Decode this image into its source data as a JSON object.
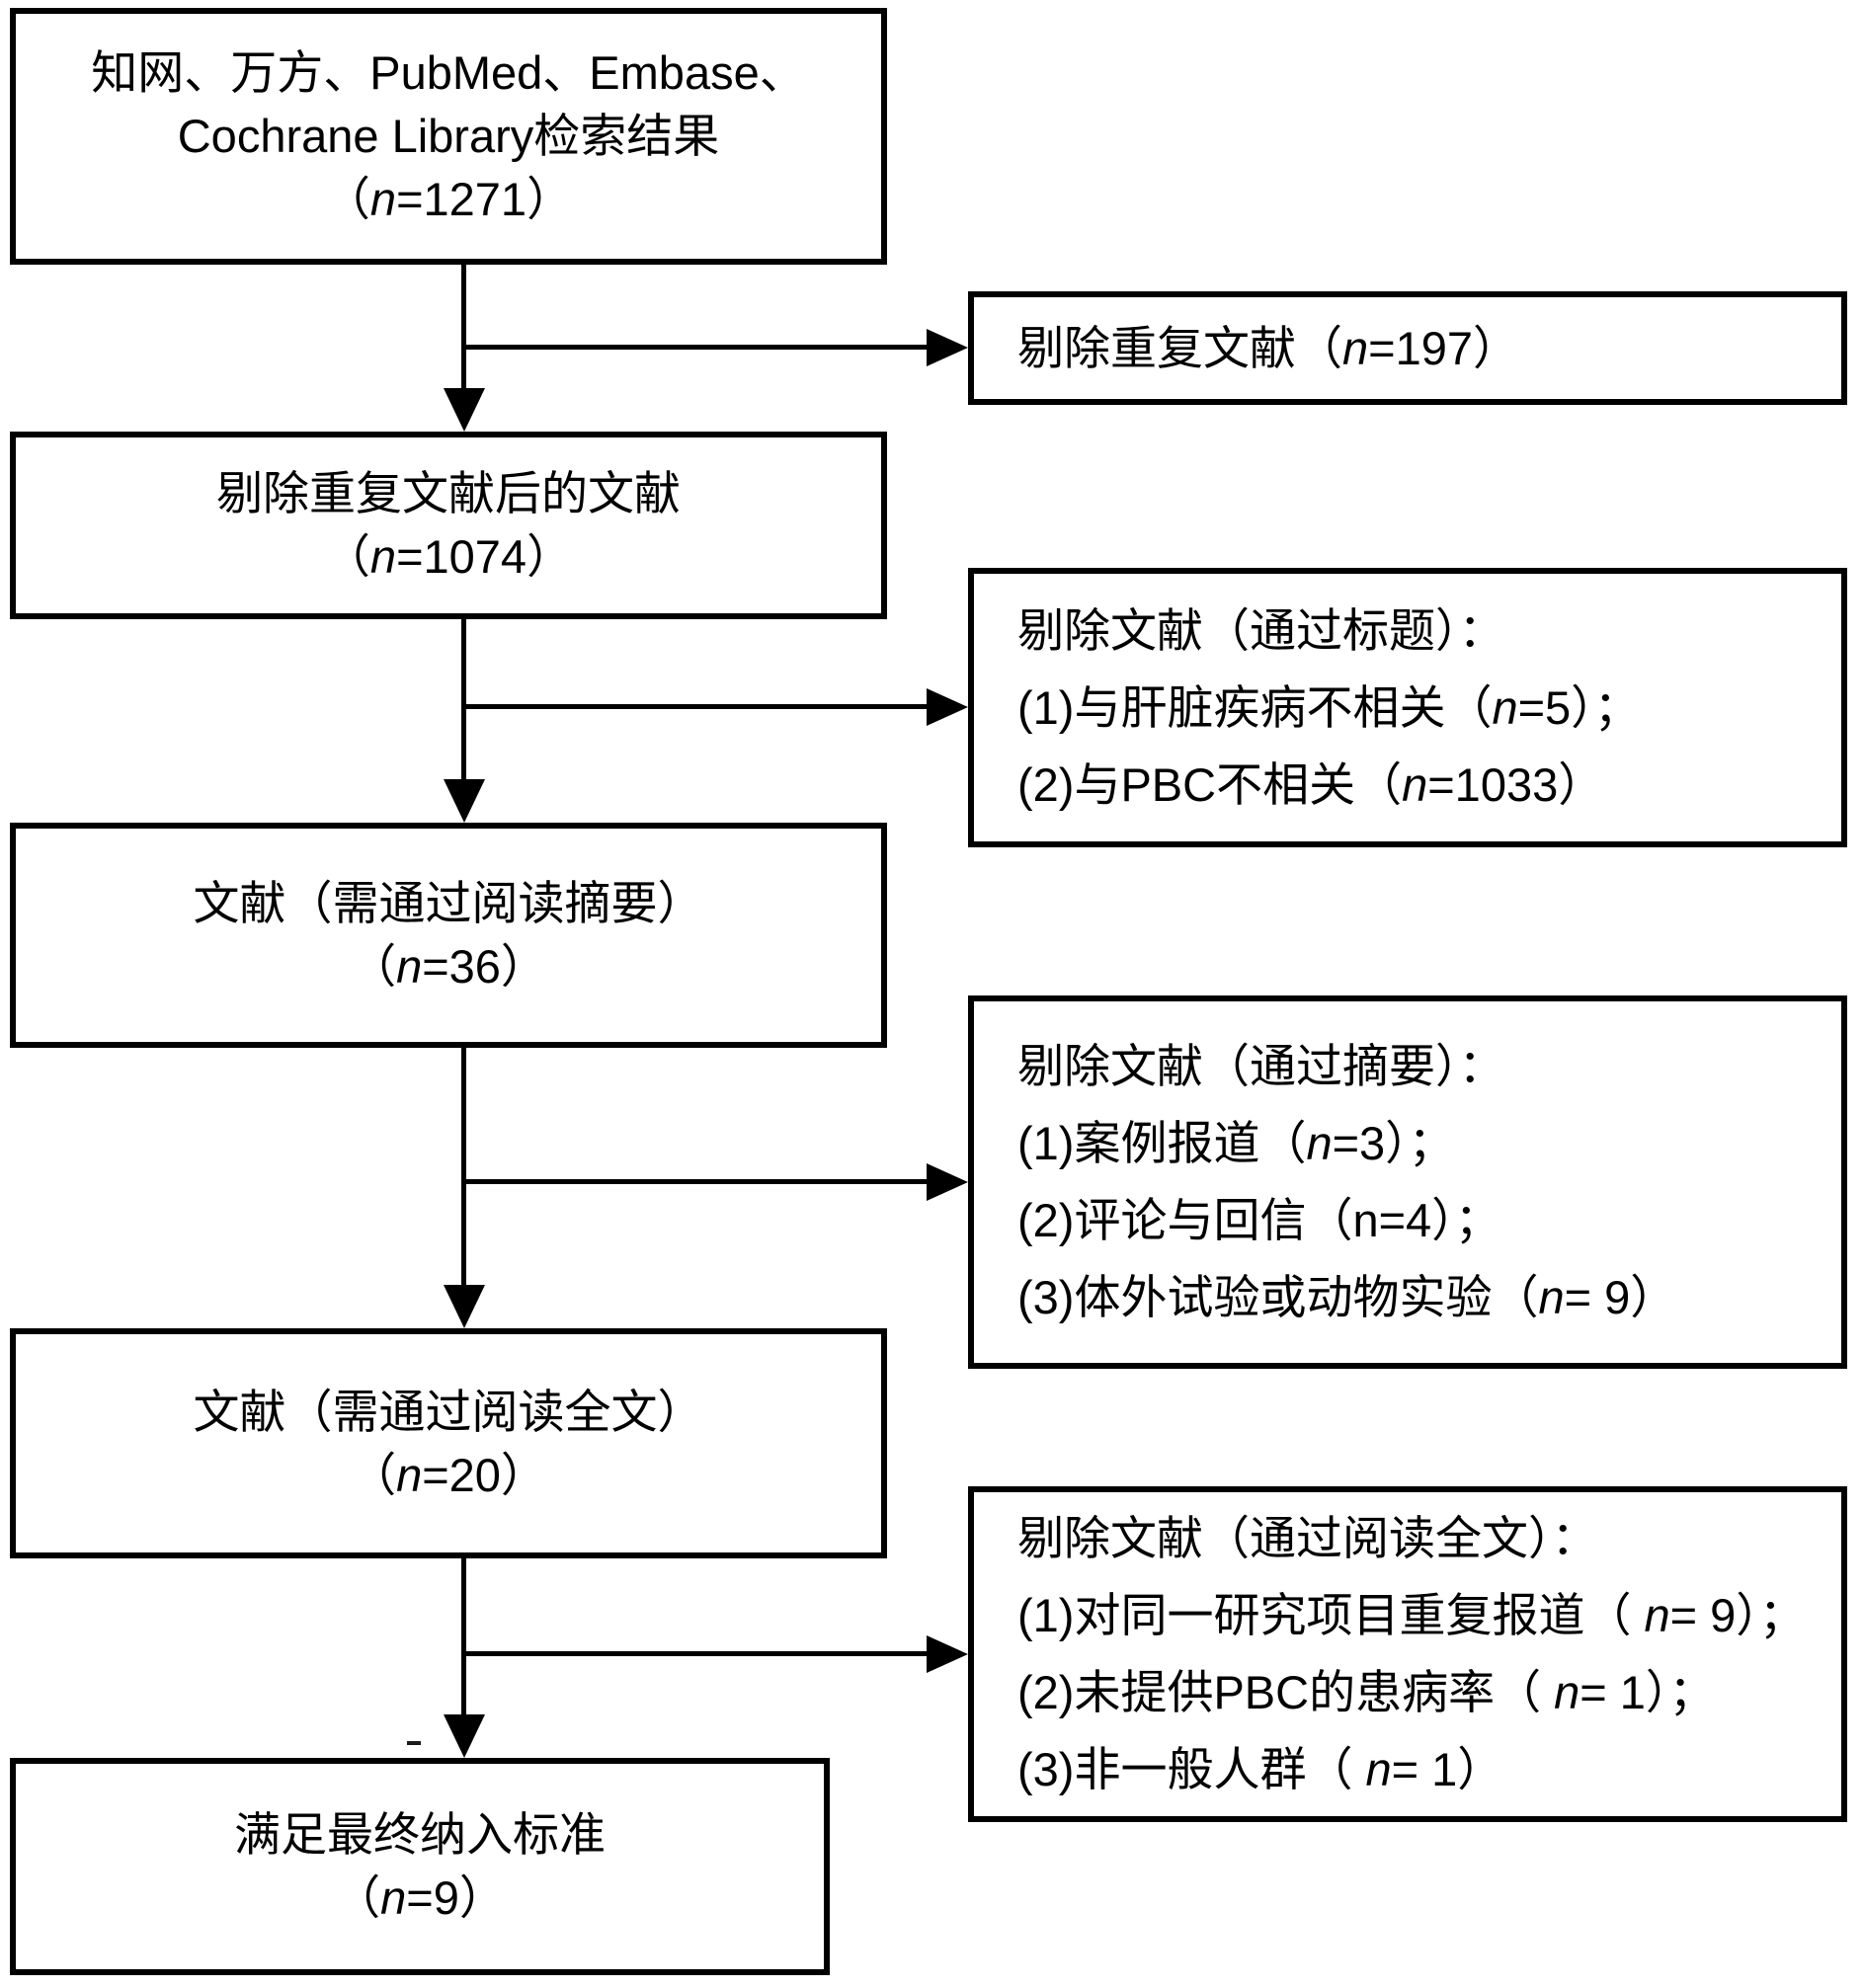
{
  "colors": {
    "line": "#000000",
    "background": "#ffffff",
    "text": "#000000"
  },
  "flow_boxes": [
    {
      "name": "search-results",
      "lines": [
        [
          {
            "t": "知网、万方、PubMed、Embase、"
          }
        ],
        [
          {
            "t": "Cochrane Library检索结果"
          }
        ],
        [
          {
            "t": "（"
          },
          {
            "t": "n",
            "i": true
          },
          {
            "t": "=1271）"
          }
        ]
      ]
    },
    {
      "name": "after-duplicate-removal",
      "lines": [
        [
          {
            "t": "剔除重复文献后的文献"
          }
        ],
        [
          {
            "t": "（"
          },
          {
            "t": "n",
            "i": true
          },
          {
            "t": "=1074）"
          }
        ]
      ]
    },
    {
      "name": "abstract-screening",
      "lines": [
        [
          {
            "t": "文献（需通过阅读摘要）"
          }
        ],
        [
          {
            "t": "（"
          },
          {
            "t": "n",
            "i": true
          },
          {
            "t": "=36）"
          }
        ]
      ]
    },
    {
      "name": "fulltext-screening",
      "lines": [
        [
          {
            "t": "文献（需通过阅读全文）"
          }
        ],
        [
          {
            "t": "（"
          },
          {
            "t": "n",
            "i": true
          },
          {
            "t": "=20）"
          }
        ]
      ]
    },
    {
      "name": "final-inclusion",
      "lines": [
        [
          {
            "t": "满足最终纳入标准"
          }
        ],
        [
          {
            "t": "（"
          },
          {
            "t": "n",
            "i": true
          },
          {
            "t": "=9）"
          }
        ]
      ]
    }
  ],
  "exclusion_boxes": [
    {
      "name": "duplicates-removed",
      "lines": [
        [
          {
            "t": "剔除重复文献（"
          },
          {
            "t": "n",
            "i": true
          },
          {
            "t": "=197）"
          }
        ]
      ]
    },
    {
      "name": "excluded-by-title",
      "lines": [
        [
          {
            "t": "剔除文献（通过标题）："
          }
        ],
        [
          {
            "t": "(1)与肝脏疾病不相关（"
          },
          {
            "t": "n",
            "i": true
          },
          {
            "t": "=5）；"
          }
        ],
        [
          {
            "t": "(2)与PBC不相关（"
          },
          {
            "t": "n",
            "i": true
          },
          {
            "t": "=1033）"
          }
        ]
      ]
    },
    {
      "name": "excluded-by-abstract",
      "lines": [
        [
          {
            "t": "剔除文献（通过摘要）："
          }
        ],
        [
          {
            "t": "(1)案例报道（"
          },
          {
            "t": "n",
            "i": true
          },
          {
            "t": "=3）；"
          }
        ],
        [
          {
            "t": "(2)评论与回信（n=4）；"
          }
        ],
        [
          {
            "t": "(3)体外试验或动物实验（"
          },
          {
            "t": "n",
            "i": true
          },
          {
            "t": "= 9）"
          }
        ]
      ]
    },
    {
      "name": "excluded-by-fulltext",
      "lines": [
        [
          {
            "t": "剔除文献（通过阅读全文）："
          }
        ],
        [
          {
            "t": "(1)对同一研究项目重复报道（ "
          },
          {
            "t": "n",
            "i": true
          },
          {
            "t": "= 9）；"
          }
        ],
        [
          {
            "t": "(2)未提供PBC的患病率（ "
          },
          {
            "t": "n",
            "i": true
          },
          {
            "t": "= 1）；"
          }
        ],
        [
          {
            "t": "(3)非一般人群（ "
          },
          {
            "t": "n",
            "i": true
          },
          {
            "t": "= 1）"
          }
        ]
      ]
    }
  ]
}
